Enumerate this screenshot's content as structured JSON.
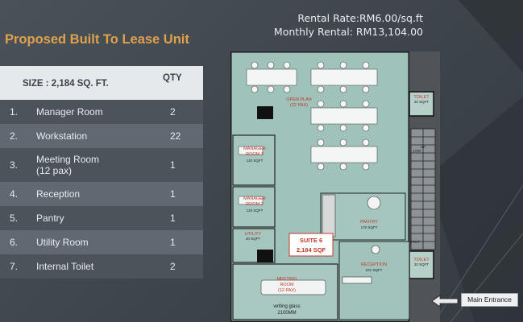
{
  "title": "Proposed Built To Lease Unit",
  "rates": {
    "rental_rate": "Rental Rate:RM6.00/sq.ft",
    "monthly_rental": "Monthly Rental: RM13,104.00"
  },
  "table": {
    "size_header": "SIZE : 2,184 SQ. FT.",
    "qty_header": "QTY",
    "rows": [
      {
        "num": "1.",
        "name": "Manager Room",
        "qty": "2"
      },
      {
        "num": "2.",
        "name": "Workstation",
        "qty": "22"
      },
      {
        "num": "3.",
        "name": "Meeting Room\n(12 pax)",
        "qty": "1"
      },
      {
        "num": "4.",
        "name": "Reception",
        "qty": "1"
      },
      {
        "num": "5.",
        "name": "Pantry",
        "qty": "1"
      },
      {
        "num": "6.",
        "name": "Utility Room",
        "qty": "1"
      },
      {
        "num": "7.",
        "name": "Internal Toilet",
        "qty": "2"
      }
    ]
  },
  "plan": {
    "open_plan": "OPEN PLAN",
    "open_plan_pax": "(22 PAX)",
    "manager1": "MANAGER",
    "manager1b": "ROOM 1",
    "manager1_area": "120 SQFT",
    "manager2": "MANAGER",
    "manager2b": "ROOM 2",
    "manager2_area": "120 SQFT",
    "utility": "UTILITY",
    "utility_area": "40 SQFT",
    "suite": "SUITE 6",
    "suite_area": "2,184 SQF",
    "pantry": "PANTRY",
    "pantry_area": "170 SQFT",
    "reception": "RECEPTION",
    "reception_area": "231 SQFT",
    "meeting": "MEETING",
    "meeting_b": "ROOM",
    "meeting_pax": "(12 PAX)",
    "glass_note": "writing glass",
    "glass_size": "2100MM",
    "toilet": "TOILET",
    "toilet_area": "32 SQFT",
    "toilet2": "TOILET",
    "toilet2_area": "32 SQFT",
    "stair_label": "UP",
    "prj_label": "PRCT",
    "stair_num": "1700"
  },
  "entrance": "Main Entrance"
}
